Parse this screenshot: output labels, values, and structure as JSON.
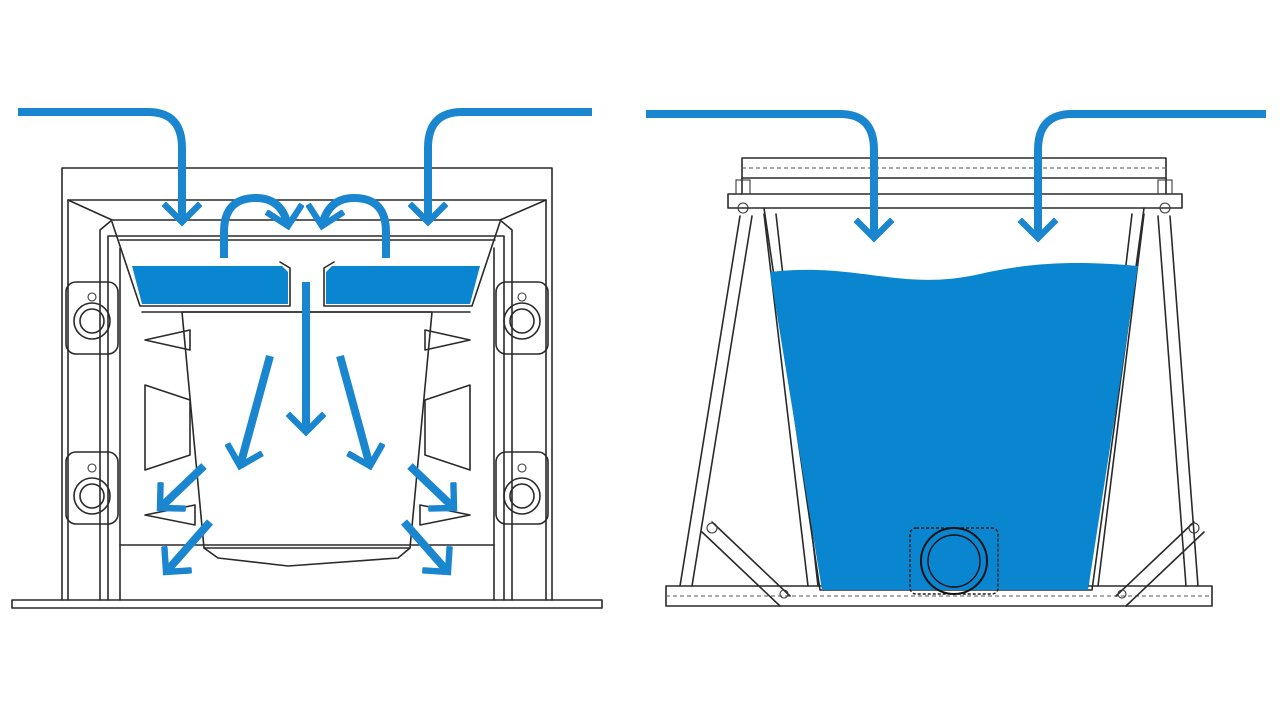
{
  "colors": {
    "flow": "#1a86cf",
    "water": "#0a86d0",
    "outline": "#2a2a2a",
    "background": "#ffffff"
  },
  "panels": [
    {
      "name": "left-panel",
      "depicts": "drain-basket-overflow-flow"
    },
    {
      "name": "right-panel",
      "depicts": "tank-filled-with-water"
    }
  ]
}
